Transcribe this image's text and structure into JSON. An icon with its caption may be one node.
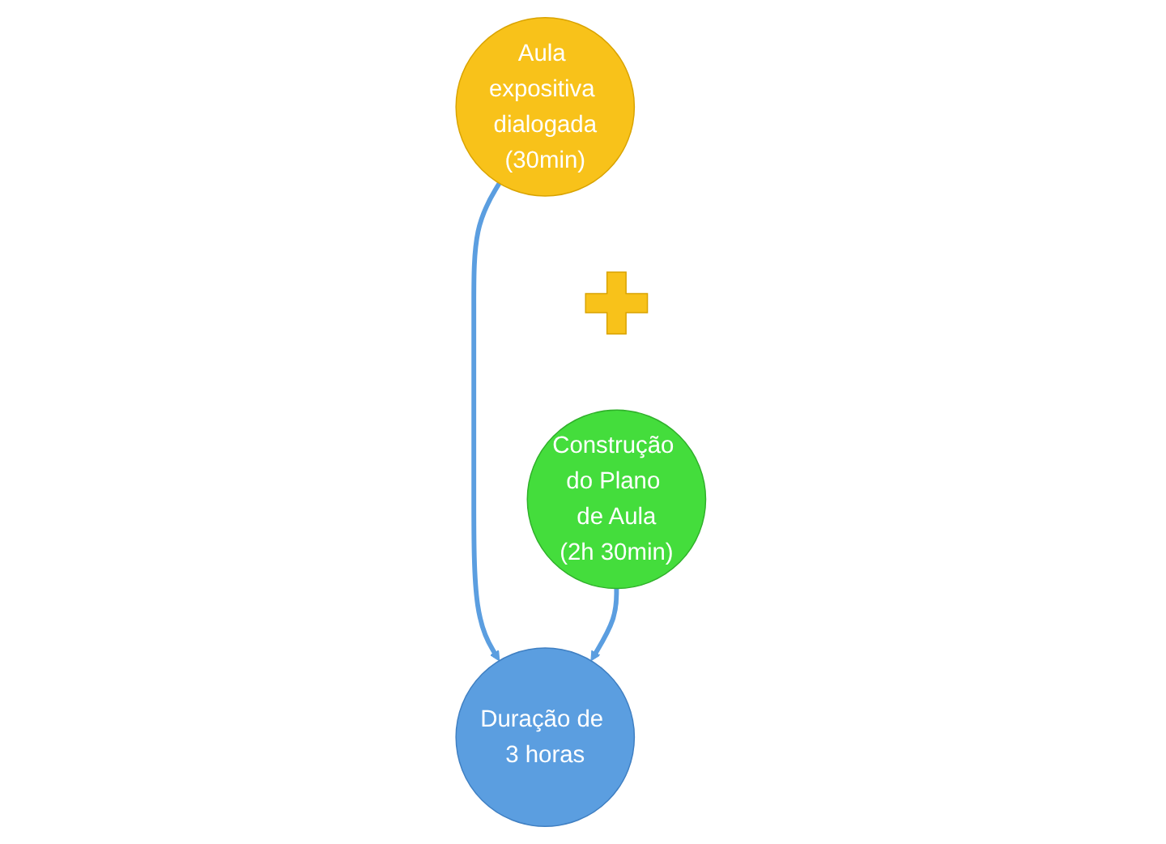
{
  "diagram": {
    "nodes": [
      {
        "text": [
          "Aula expositiva dialogada",
          "(30min)"
        ]
      },
      {
        "text": [],
        "shape": "plus"
      },
      {
        "text": [
          "Construção do Plano de Aula",
          "(2h 30min)"
        ]
      },
      {
        "text": [
          "Duração de 3 horas"
        ]
      }
    ],
    "edges": [
      {
        "from": 0,
        "to": 3,
        "arrow": "to"
      },
      {
        "from": 2,
        "to": 3,
        "arrow": "to"
      }
    ]
  }
}
